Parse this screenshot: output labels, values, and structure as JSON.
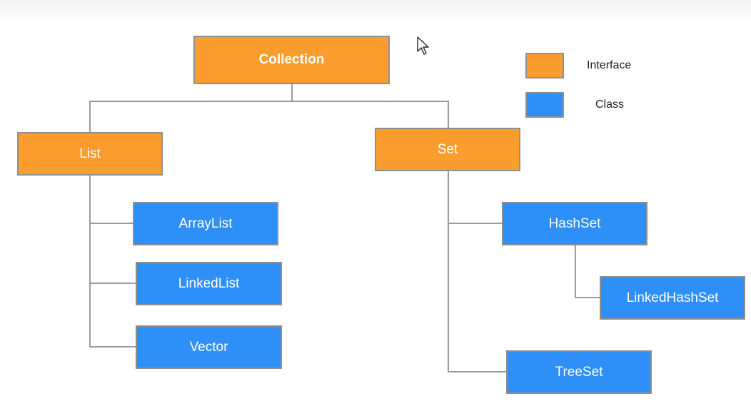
{
  "diagram": {
    "nodes": {
      "collection": {
        "label": "Collection",
        "kind": "interface"
      },
      "list": {
        "label": "List",
        "kind": "interface"
      },
      "set": {
        "label": "Set",
        "kind": "interface"
      },
      "arraylist": {
        "label": "ArrayList",
        "kind": "class"
      },
      "linkedlist": {
        "label": "LinkedList",
        "kind": "class"
      },
      "vector": {
        "label": "Vector",
        "kind": "class"
      },
      "hashset": {
        "label": "HashSet",
        "kind": "class"
      },
      "linkedhashset": {
        "label": "LinkedHashSet",
        "kind": "class"
      },
      "treeset": {
        "label": "TreeSet",
        "kind": "class"
      }
    },
    "edges": [
      [
        "collection",
        "list"
      ],
      [
        "collection",
        "set"
      ],
      [
        "list",
        "arraylist"
      ],
      [
        "list",
        "linkedlist"
      ],
      [
        "list",
        "vector"
      ],
      [
        "set",
        "hashset"
      ],
      [
        "set",
        "treeset"
      ],
      [
        "hashset",
        "linkedhashset"
      ]
    ]
  },
  "legend": {
    "interface_label": "Interface",
    "class_label": "Class"
  },
  "colors": {
    "interface": "#fb9c2f",
    "class": "#2e8ff8",
    "connector": "#9a9a9a"
  }
}
